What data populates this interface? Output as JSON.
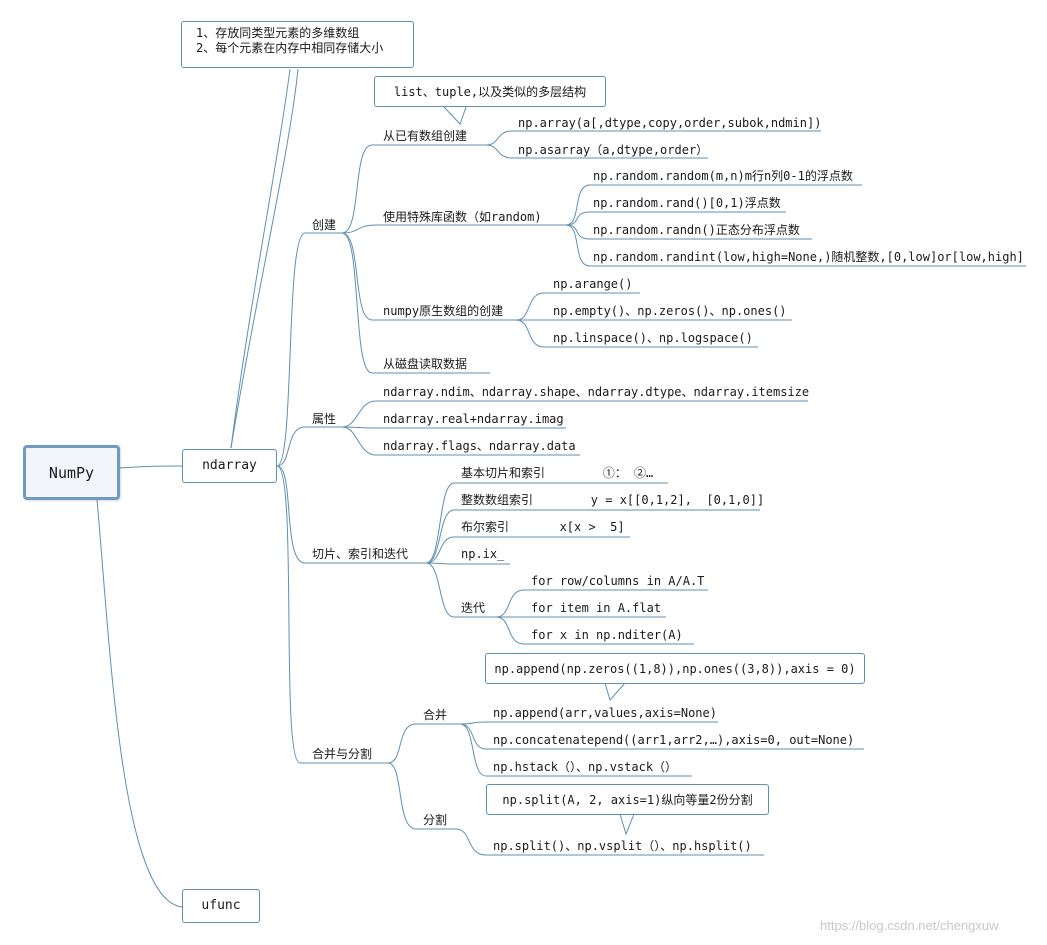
{
  "colors": {
    "line": "#5f8fb3",
    "root_border": "#6f9bc0"
  },
  "root": "NumPy",
  "ndarray": "ndarray",
  "ufunc": "ufunc",
  "ndarray_note": [
    "1、存放同类型元素的多维数组",
    "2、每个元素在内存中相同存储大小"
  ],
  "create": {
    "label": "创建",
    "from_existing": {
      "label": "从已有数组创建",
      "note": "list、tuple,以及类似的多层结构",
      "items": [
        "np.array(a[,dtype,copy,order,subok,ndmin])",
        "np.asarray（a,dtype,order）"
      ]
    },
    "special": {
      "label": "使用特殊库函数（如random)",
      "items": [
        "np.random.random(m,n)m行n列0-1的浮点数",
        "np.random.rand()[0,1)浮点数",
        "np.random.randn()正态分布浮点数",
        "np.random.randint(low,high=None,)随机整数,[0,low]or[low,high]"
      ]
    },
    "native": {
      "label": "numpy原生数组的创建",
      "items": [
        "np.arange()",
        "np.empty()、np.zeros()、np.ones()",
        "np.linspace()、np.logspace()"
      ]
    },
    "disk": {
      "label": "从磁盘读取数据"
    }
  },
  "attrs": {
    "label": "属性",
    "items": [
      "ndarray.ndim、ndarray.shape、ndarray.dtype、ndarray.itemsize",
      "ndarray.real+ndarray.imag",
      "ndarray.flags、ndarray.data"
    ]
  },
  "slicing": {
    "label": "切片、索引和迭代",
    "items": [
      "基本切片和索引        ①： ②…",
      "整数数组索引        y = x[[0,1,2],  [0,1,0]]",
      "布尔索引       x[x >  5]",
      "np.ix_"
    ],
    "iter": {
      "label": "迭代",
      "items": [
        "for row/columns in A/A.T",
        "for item in A.flat",
        "for x in np.nditer(A)"
      ]
    }
  },
  "merge_split": {
    "label": "合并与分割",
    "merge": {
      "label": "合并",
      "note": "np.append(np.zeros((1,8)),np.ones((3,8)),axis = 0)",
      "items": [
        "np.append(arr,values,axis=None)",
        "np.concatenatepend((arr1,arr2,…),axis=0, out=None)",
        "np.hstack（）、np.vstack（）"
      ]
    },
    "split": {
      "label": "分割",
      "note": "np.split(A, 2, axis=1)纵向等量2份分割",
      "items": [
        "np.split()、np.vsplit（）、np.hsplit()"
      ]
    }
  },
  "watermark": "https://blog.csdn.net/chengxuw"
}
